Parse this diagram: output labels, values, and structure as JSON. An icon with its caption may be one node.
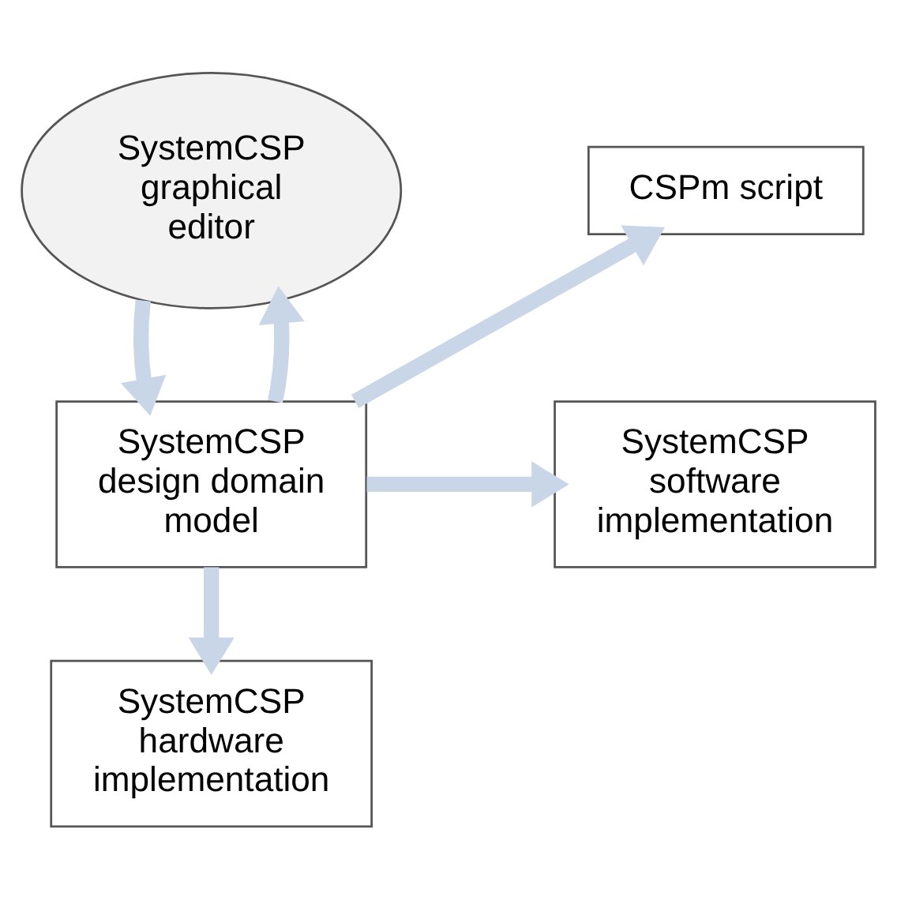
{
  "diagram": {
    "nodes": [
      {
        "text": [
          "SystemCSP graphical editor"
        ]
      },
      {
        "text": [
          "SystemCSP design domain model"
        ]
      },
      {
        "text": [
          "CSPm script"
        ]
      },
      {
        "text": [
          "SystemCSP software implementation"
        ]
      },
      {
        "text": [
          "SystemCSP hardware implementation"
        ]
      }
    ],
    "edges": [
      {
        "from": 1,
        "to": 0,
        "arrow": "to"
      },
      {
        "from": 0,
        "to": 1,
        "arrow": "to"
      },
      {
        "from": 1,
        "to": 2,
        "arrow": "to"
      },
      {
        "from": 1,
        "to": 3,
        "arrow": "to"
      },
      {
        "from": 1,
        "to": 4,
        "arrow": "to"
      }
    ]
  }
}
